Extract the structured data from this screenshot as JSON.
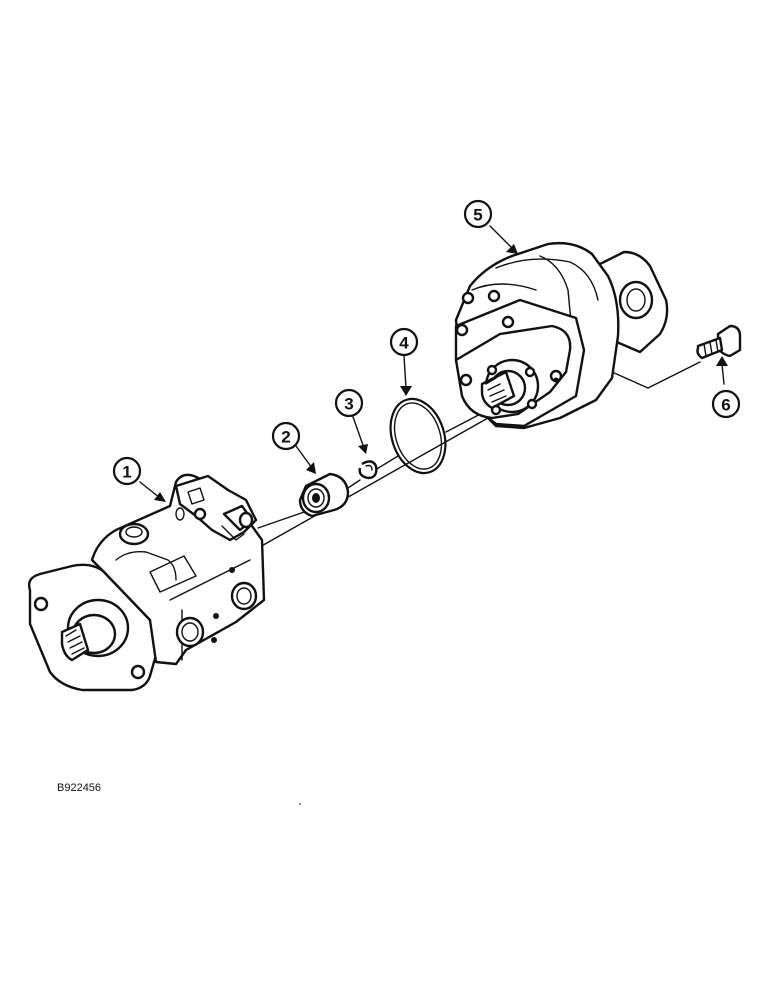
{
  "callouts": [
    {
      "id": "1",
      "part": "pump"
    },
    {
      "id": "2",
      "part": "coupling"
    },
    {
      "id": "3",
      "part": "snap-ring"
    },
    {
      "id": "4",
      "part": "o-ring"
    },
    {
      "id": "5",
      "part": "gear-pump"
    },
    {
      "id": "6",
      "part": "bolt"
    }
  ],
  "figure_id": "B922456"
}
